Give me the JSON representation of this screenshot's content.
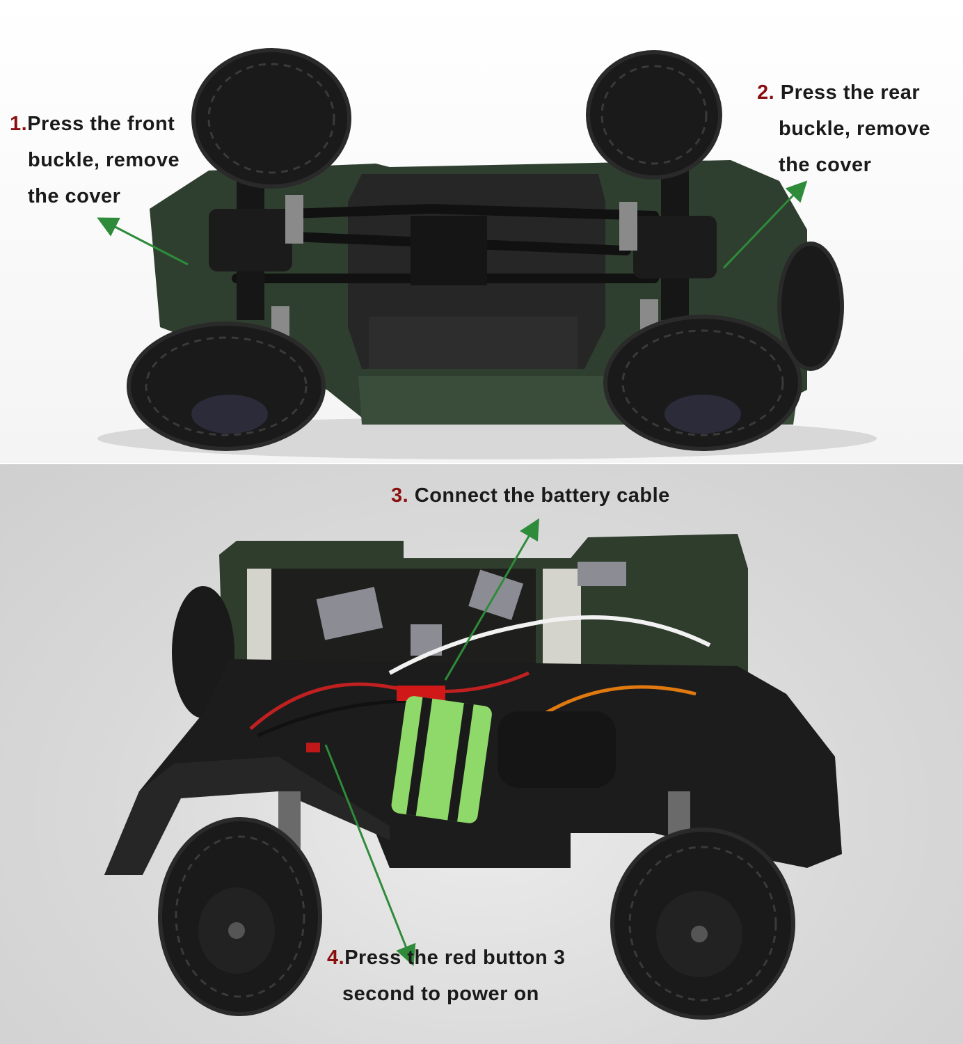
{
  "steps": [
    {
      "number": "1.",
      "lines": [
        "Press the front",
        "buckle, remove",
        "the cover"
      ]
    },
    {
      "number": "2.",
      "lines": [
        "Press the rear",
        "buckle, remove",
        "the cover"
      ]
    },
    {
      "number": "3.",
      "lines": [
        "Connect the battery cable"
      ]
    },
    {
      "number": "4.",
      "lines": [
        "Press the red button 3",
        "second to power on"
      ]
    }
  ],
  "colors": {
    "step_number": "#8b0f0f",
    "arrow": "#2e8b3a",
    "body_green": "#2e3d2c",
    "battery": "#8fd96a"
  },
  "photos": [
    "rc-crawler-underside",
    "rc-crawler-battery-compartment"
  ]
}
